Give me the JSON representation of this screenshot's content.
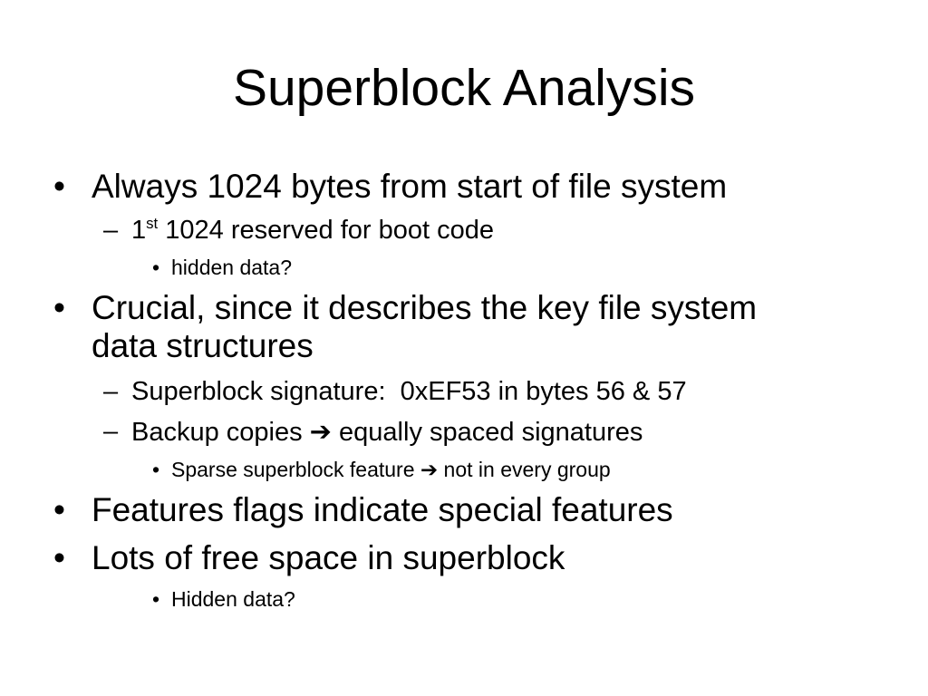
{
  "slide": {
    "title": "Superblock Analysis",
    "bullets": [
      {
        "marker": "•",
        "text": "Always 1024 bytes from start of file system"
      },
      {
        "marker": "–",
        "prefix": "1",
        "superscript": "st",
        "text": " 1024 reserved for boot code"
      },
      {
        "marker": "•",
        "text": "hidden data?"
      },
      {
        "marker": "•",
        "text_line1": "Crucial, since it describes the key file system",
        "text_line2": "data structures"
      },
      {
        "marker": "–",
        "text": "Superblock signature:  0xEF53 in bytes 56 & 57"
      },
      {
        "marker": "–",
        "text_before": "Backup copies ",
        "arrow": "➔",
        "text_after": " equally spaced signatures"
      },
      {
        "marker": "•",
        "text_before": "Sparse superblock feature ",
        "arrow": "➔",
        "text_after": " not in every group"
      },
      {
        "marker": "•",
        "text": "Features flags indicate special features"
      },
      {
        "marker": "•",
        "text": "Lots of free space in superblock"
      },
      {
        "marker": "•",
        "text": "Hidden data?"
      }
    ]
  }
}
